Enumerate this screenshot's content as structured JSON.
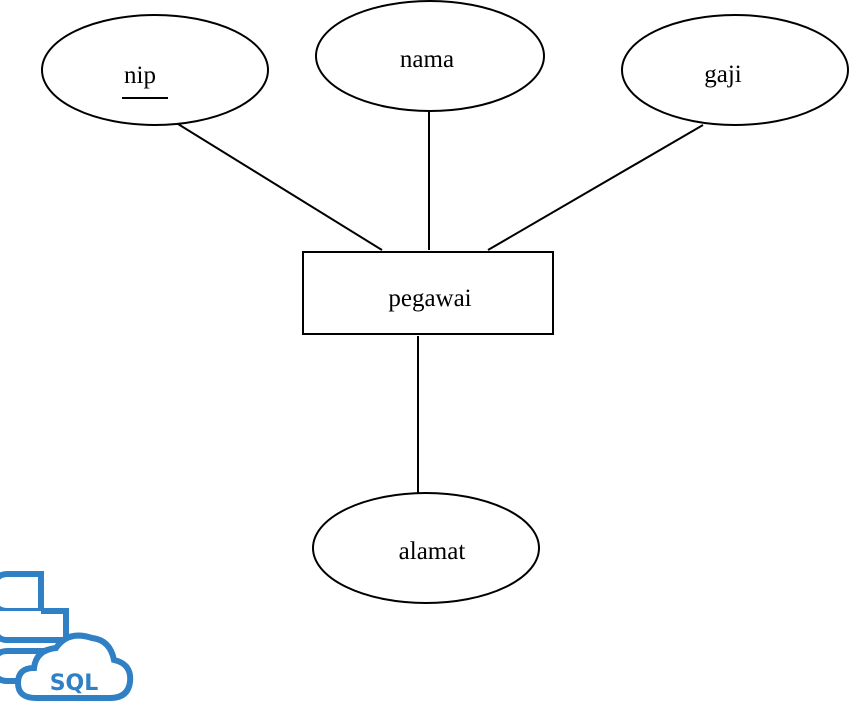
{
  "diagram": {
    "entity": {
      "label": "pegawai"
    },
    "attributes": [
      {
        "id": "nip",
        "label": "nip",
        "key": true
      },
      {
        "id": "nama",
        "label": "nama",
        "key": false
      },
      {
        "id": "gaji",
        "label": "gaji",
        "key": false
      },
      {
        "id": "alamat",
        "label": "alamat",
        "key": false
      }
    ]
  },
  "logo": {
    "text": "SQL",
    "primary_color": "#2f80c5",
    "icon": "database-cloud-icon"
  }
}
